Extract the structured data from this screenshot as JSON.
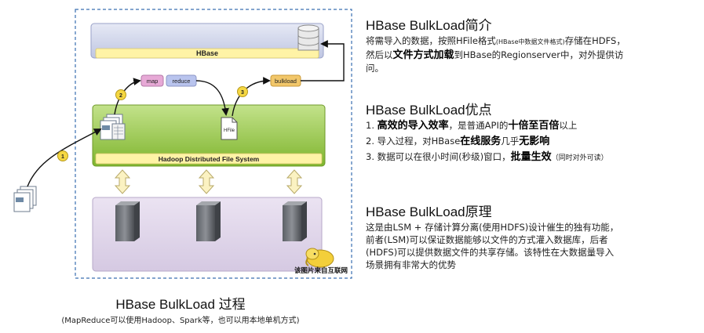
{
  "diagram": {
    "hbase_label": "HBase",
    "hdfs_label": "Hadoop Distributed File System",
    "map_label": "map",
    "reduce_label": "reduce",
    "bulkload_label": "bulkload",
    "hfile_label": "HFile",
    "step1": "1",
    "step2": "2",
    "step3": "3",
    "watermark": "该图片来自互联网",
    "colors": {
      "hdfs_green": "#8fc43c",
      "hbase_blue": "#c9cfe6",
      "storage_purple": "#ddd3e8",
      "step_yellow": "#f5d742",
      "map_pink": "#e7a9d6",
      "reduce_blue": "#b9c4ee",
      "bulkload_orange": "#f2c76a"
    }
  },
  "caption": {
    "title": "HBase BulkLoad 过程",
    "subtitle": "(MapReduce可以使用Hadoop、Spark等，也可以用本地单机方式)"
  },
  "intro": {
    "title_en": "HBase BulkLoad",
    "title_cn": "简介",
    "p1": "将需导入的数据，按照HFile格式",
    "p1_small": "(HBase中数据文件格式)",
    "p1_end": "存储在HDFS，",
    "p2_a": "然后以",
    "p2_bold": "文件方式加载",
    "p2_b": "到HBase的Regionserver中，对外提供访",
    "p3": "问。"
  },
  "advantages": {
    "title_en": "HBase BulkLoad",
    "title_cn": "优点",
    "item1_a": "1. ",
    "item1_b1": "高效的导入效率",
    "item1_b": "，是普通API的",
    "item1_b2": "十倍至百倍",
    "item1_c": "以上",
    "item2_a": "2. 导入过程，对HBase",
    "item2_b1": "在线服务",
    "item2_b": "几乎",
    "item2_b2": "无影响",
    "item3_a": "3. 数据可以在很小时间(秒级)窗口，",
    "item3_b1": "批量生效",
    "item3_small": "（同时对外可读）"
  },
  "principle": {
    "title_en": "HBase BulkLoad",
    "title_cn": "原理",
    "l1": "这是由LSM + 存储计算分离(使用HDFS)设计催生的独有功能，",
    "l2": "前者(LSM)可以保证数据能够以文件的方式灌入数据库，后者",
    "l3": "(HDFS)可以提供数据文件的共享存储。该特性在大数据量导入",
    "l4": "场景拥有非常大的优势"
  }
}
